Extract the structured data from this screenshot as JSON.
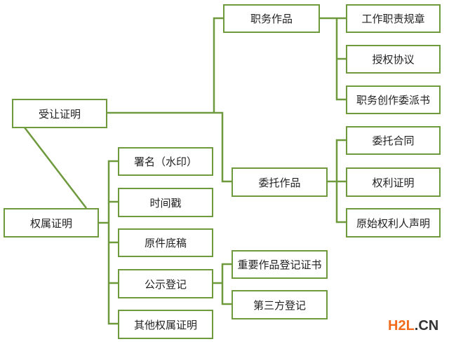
{
  "nodes": {
    "transfer_proof": "受让证明",
    "ownership_proof": "权属证明",
    "work_for_hire": "职务作品",
    "commissioned_work": "委托作品",
    "job_rules": "工作职责规章",
    "authorization_agreement": "授权协议",
    "job_assignment_letter": "职务创作委派书",
    "commission_contract": "委托合同",
    "rights_proof": "权利证明",
    "original_owner_statement": "原始权利人声明",
    "signature_watermark": "署名（水印）",
    "timestamp": "时间戳",
    "original_draft": "原件底稿",
    "public_registration": "公示登记",
    "other_ownership_proof": "其他权属证明",
    "registration_certificate": "重要作品登记证书",
    "third_party_registration": "第三方登记"
  },
  "watermark": {
    "part1": "H2L",
    "part2": ".CN"
  },
  "colors": {
    "line": "#6e9a3d"
  }
}
